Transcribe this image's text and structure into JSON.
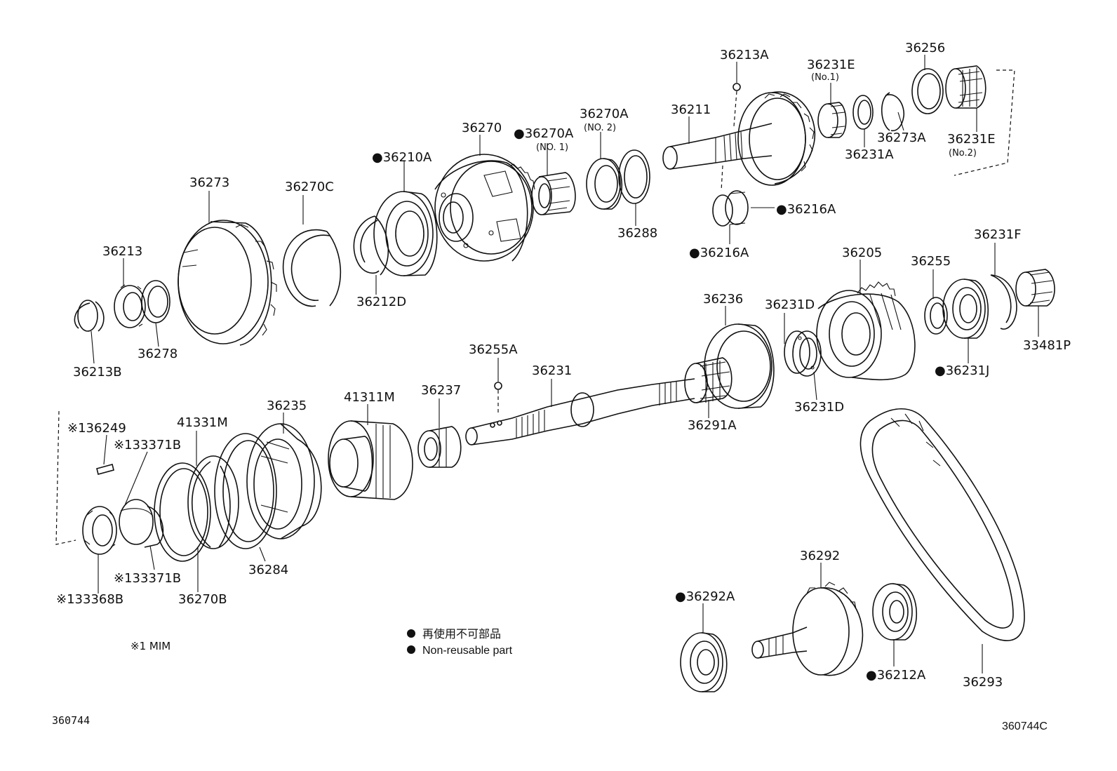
{
  "parts": {
    "p36213A": "36213A",
    "p36231E_1": "36231E",
    "p36231E_1_sub": "(No.1)",
    "p36256": "36256",
    "p36211": "36211",
    "p36273A": "36273A",
    "p36231A": "36231A",
    "p36231E_2": "36231E",
    "p36231E_2_sub": "(No.2)",
    "p36270": "36270",
    "p36270A_1": "●36270A",
    "p36270A_1_sub": "(NO. 1)",
    "p36270A_2": "36270A",
    "p36270A_2_sub": "(NO. 2)",
    "p36210A": "●36210A",
    "p36273": "36273",
    "p36270C": "36270C",
    "p36216A_r": "●36216A",
    "p36216A_l": "●36216A",
    "p36288": "36288",
    "p36213": "36213",
    "p36212D": "36212D",
    "p36205": "36205",
    "p36255": "36255",
    "p36231F": "36231F",
    "p36236": "36236",
    "p36231D_t": "36231D",
    "p36278": "36278",
    "p36213B": "36213B",
    "p33481P": "33481P",
    "p36231J": "●36231J",
    "p36255A": "36255A",
    "p36231": "36231",
    "p36231D_b": "36231D",
    "p36291A": "36291A",
    "p41311M": "41311M",
    "p36237": "36237",
    "p36235": "36235",
    "p41331M": "41331M",
    "p36249": "※136249",
    "p33371B_t": "※133371B",
    "p33371B_b": "※133371B",
    "p33368B": "※133368B",
    "p36270B": "36270B",
    "p36284": "36284",
    "p36292": "36292",
    "p36292A": "●36292A",
    "p36212A": "●36212A",
    "p36293": "36293"
  },
  "legend": {
    "jp": "再使用不可部品",
    "en": "Non-reusable part"
  },
  "note": "※1 MIM",
  "code_left": "360744",
  "code_right": "360744C"
}
